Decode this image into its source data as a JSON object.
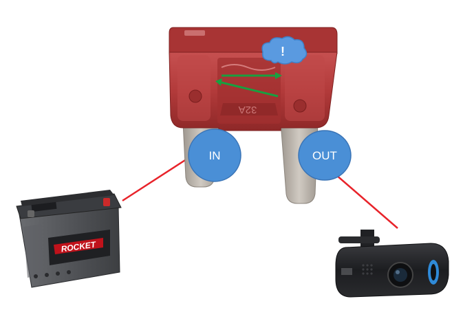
{
  "diagram": {
    "in_label": "IN",
    "out_label": "OUT",
    "warning_symbol": "!",
    "fuse_marking": "32A",
    "battery_brand": "ROCKET",
    "colors": {
      "wire": "#e8232a",
      "node_fill": "#4a8fd6",
      "node_stroke": "#3a74b6",
      "arrow": "#18a040",
      "fuse_body": "#b23a3a",
      "fuse_dark": "#8a2222",
      "terminal": "#b8b2aa",
      "battery_body": "#55575a",
      "battery_top": "#2c2d30",
      "battery_label": "#c0121b",
      "cam_body": "#1f2023",
      "cam_ring": "#2f8ad8"
    },
    "icons": {
      "source": "car-battery-icon",
      "fuse": "blade-fuse-icon",
      "load": "dash-camera-icon",
      "warning": "cloud-warning-icon"
    }
  }
}
